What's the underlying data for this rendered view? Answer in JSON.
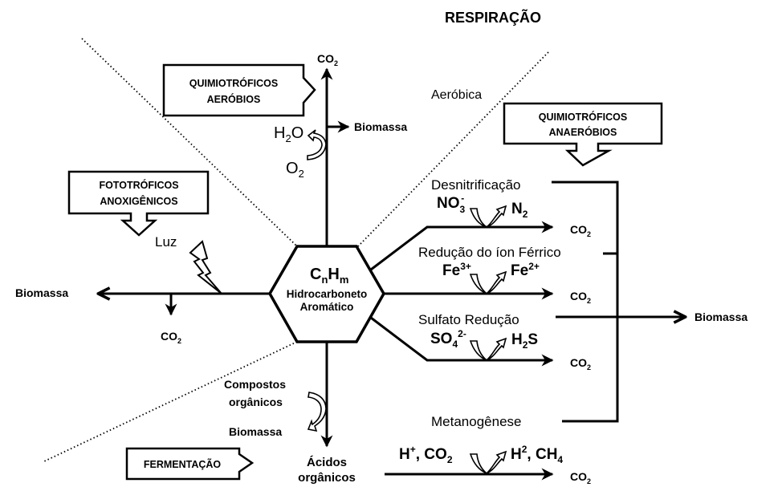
{
  "title": "RESPIRAÇÃO",
  "center": {
    "formula_c": "C",
    "formula_n": "n",
    "formula_h": "H",
    "formula_m": "m",
    "line1": "Hidrocarboneto",
    "line2": "Aromático"
  },
  "boxes": {
    "aerobic_line1": "QUIMIOTRÓFICOS",
    "aerobic_line2": "AERÓBIOS",
    "anaerobic_line1": "QUIMIOTRÓFICOS",
    "anaerobic_line2": "ANAERÓBIOS",
    "photo_line1": "FOTOTRÓFICOS",
    "photo_line2": "ANOXIGÊNICOS",
    "fermentation": "FERMENTAÇÃO"
  },
  "aerobic": {
    "label": "Aeróbica",
    "co2": "CO",
    "co2_sub": "2",
    "biomass": "Biomassa",
    "h2o_h": "H",
    "h2o_sub": "2",
    "h2o_o": "O",
    "o2": "O",
    "o2_sub": "2"
  },
  "phototrophic": {
    "light": "Luz",
    "biomass": "Biomassa",
    "co2": "CO",
    "co2_sub": "2"
  },
  "anaerobic": {
    "denitrification": {
      "label": "Desnitrificação",
      "reactant": "NO",
      "reactant_sub": "3",
      "reactant_sup": "-",
      "product": "N",
      "product_sub": "2",
      "co2": "CO",
      "co2_sub": "2"
    },
    "iron": {
      "label": "Redução do íon Férrico",
      "reactant": "Fe",
      "reactant_sup": "3+",
      "product": "Fe",
      "product_sup": "2+",
      "co2": "CO",
      "co2_sub": "2"
    },
    "sulfate": {
      "label": "Sulfato Redução",
      "reactant": "SO",
      "reactant_sub": "4",
      "reactant_sup": "2-",
      "product_h": "H",
      "product_sub": "2",
      "product_s": "S",
      "co2": "CO",
      "co2_sub": "2"
    },
    "methanogenesis": {
      "label": "Metanogênese",
      "reactant_h": "H",
      "reactant_sup": "+",
      "reactant_rest": ", CO",
      "reactant_sub": "2",
      "product_h": "H",
      "product_sup": "2",
      "product_rest": ", CH",
      "product_sub": "4",
      "co2": "CO",
      "co2_sub": "2"
    },
    "biomass": "Biomassa"
  },
  "fermentation": {
    "compounds_line1": "Compostos",
    "compounds_line2": "orgânicos",
    "biomass": "Biomassa",
    "acids_line1": "Ácidos",
    "acids_line2": "orgânicos"
  }
}
